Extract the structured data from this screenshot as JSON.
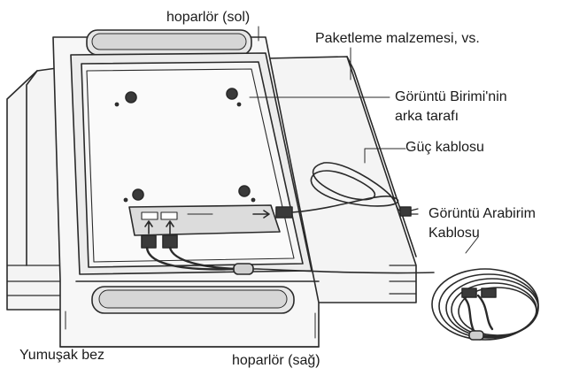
{
  "labels": {
    "speaker_left": "hoparlör (sol)",
    "packaging": "Paketleme malzemesi, vs.",
    "unit_back_line1": "Görüntü Birimi'nin",
    "unit_back_line2": "arka tarafı",
    "power_cable": "Güç kablosu",
    "interface_cable_line1": "Görüntü Arabirim",
    "interface_cable_line2": "Kablosu",
    "soft_cloth": "Yumuşak bez",
    "speaker_right": "hoparlör (sağ)"
  },
  "colors": {
    "line": "#2a2a2a",
    "panel_fill": "#f4f4f4",
    "shade": "#cfcfcf",
    "dark": "#3a3a3a"
  }
}
